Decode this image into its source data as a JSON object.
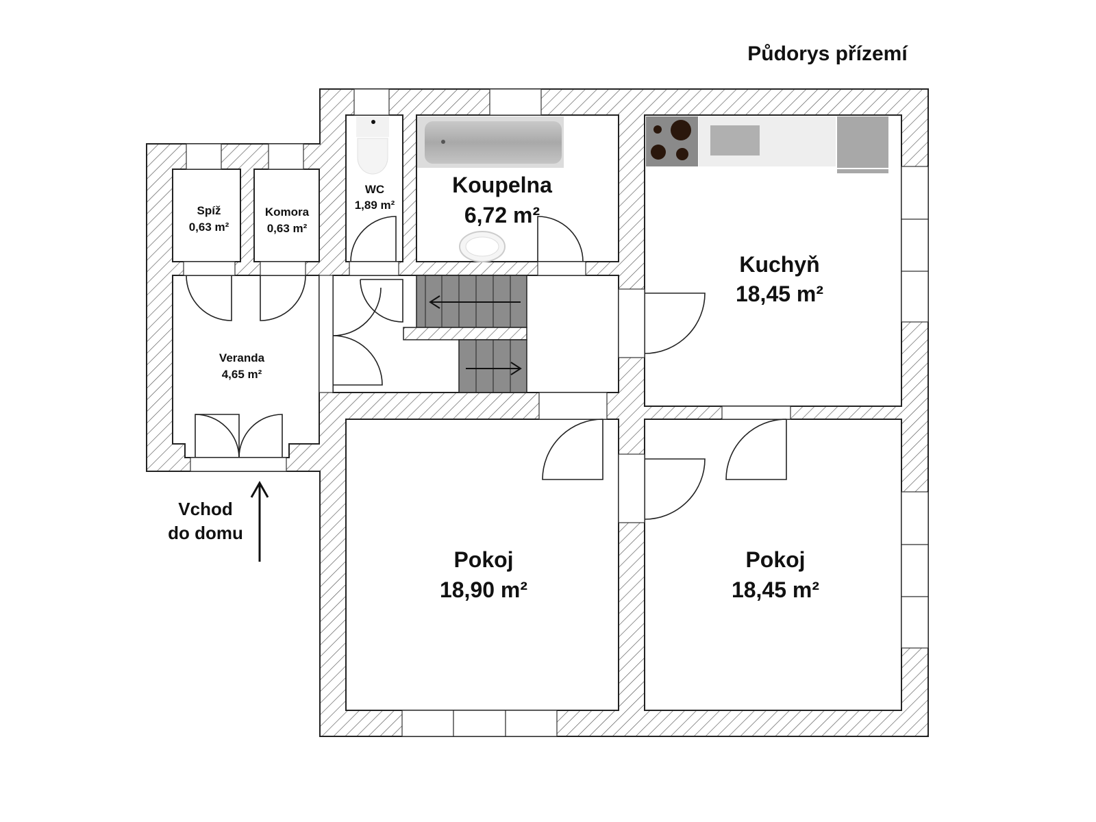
{
  "title": "Půdorys přízemí",
  "rooms": {
    "spiz": {
      "name": "Spíž",
      "area": "0,63 m²"
    },
    "komora": {
      "name": "Komora",
      "area": "0,63 m²"
    },
    "wc": {
      "name": "WC",
      "area": "1,89 m²"
    },
    "koupelna": {
      "name": "Koupelna",
      "area": "6,72 m²"
    },
    "kuchyn": {
      "name": "Kuchyň",
      "area": "18,45 m²"
    },
    "veranda": {
      "name": "Veranda",
      "area": "4,65 m²"
    },
    "pokoj1": {
      "name": "Pokoj",
      "area": "18,90 m²"
    },
    "pokoj2": {
      "name": "Pokoj",
      "area": "18,45 m²"
    }
  },
  "entrance": {
    "line1": "Vchod",
    "line2": "do domu"
  },
  "colors": {
    "wall_hatch": "#555555",
    "stairs": "#8c8c8c",
    "appliance": "#a8a8a8"
  }
}
